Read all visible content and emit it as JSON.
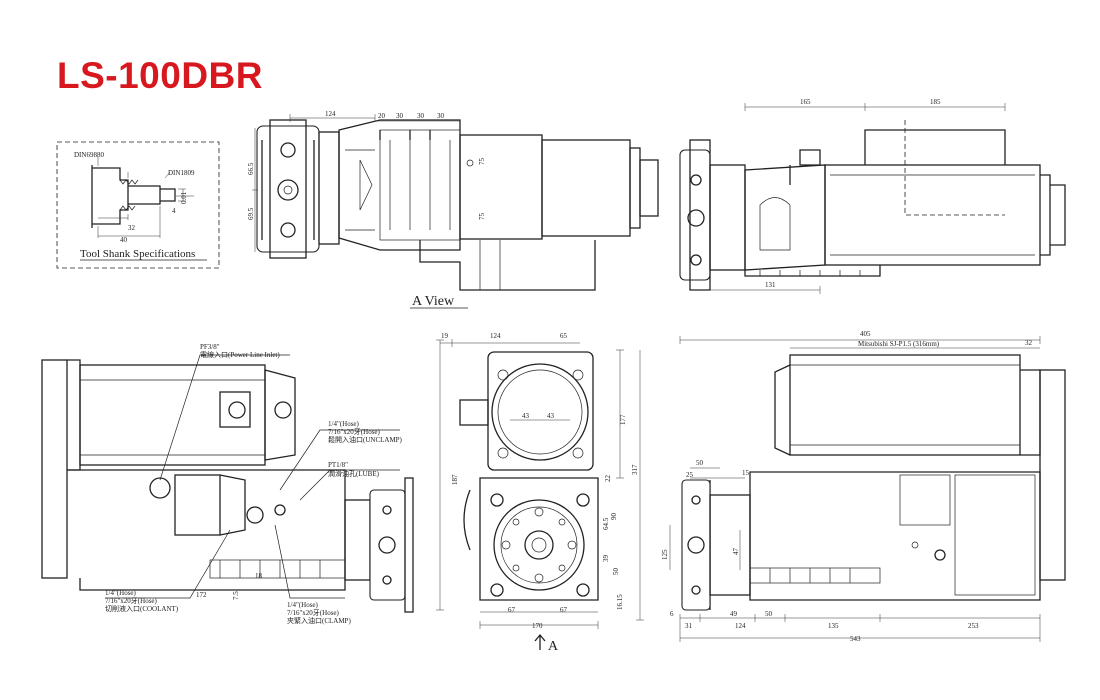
{
  "title": "LS-100DBR",
  "shank_box": {
    "label": "Tool Shank Specifications",
    "din_left": "DIN69880",
    "din_right": "DIN1809",
    "dims": [
      "32",
      "40",
      "4",
      "0.01"
    ]
  },
  "top_middle": {
    "view_label": "A  View",
    "dims": [
      "124",
      "20",
      "30",
      "30",
      "30",
      "66.5",
      "69.5",
      "75",
      "75"
    ]
  },
  "top_right": {
    "dims": [
      "165",
      "185",
      "131"
    ]
  },
  "bottom_left": {
    "power_label": "PF3/8\"",
    "power_note": "電線入口(Power Line Inlet)",
    "unclamp_1": "1/4\"(Hose)",
    "unclamp_2": "7/16\"x20牙(Hose)",
    "unclamp_3": "鬆開入油口(UNCLAMP)",
    "lube_1": "PT1/8\"",
    "lube_2": "潤滑油孔(LUBE)",
    "coolant_1": "1/4\"(Hose)",
    "coolant_2": "7/16\"x20牙(Hose)",
    "coolant_3": "切削液入口(COOLANT)",
    "clamp_1": "1/4\"(Hose)",
    "clamp_2": "7/16\"x20牙(Hose)",
    "clamp_3": "夾緊入油口(CLAMP)",
    "dims": [
      "18",
      "7.5",
      "172"
    ]
  },
  "bottom_middle": {
    "view_arrow": "A",
    "dims": [
      "19",
      "124",
      "65",
      "43",
      "43",
      "177",
      "317",
      "187",
      "90",
      "64.5",
      "22",
      "39",
      "50",
      "67",
      "67",
      "170",
      "16.15"
    ]
  },
  "bottom_right": {
    "motor_label": "Mitsubishi SJ-P1.5 (316mm)",
    "dims": [
      "405",
      "32",
      "50",
      "25",
      "15",
      "125",
      "47",
      "6",
      "31",
      "124",
      "49",
      "50",
      "135",
      "253",
      "543"
    ]
  }
}
